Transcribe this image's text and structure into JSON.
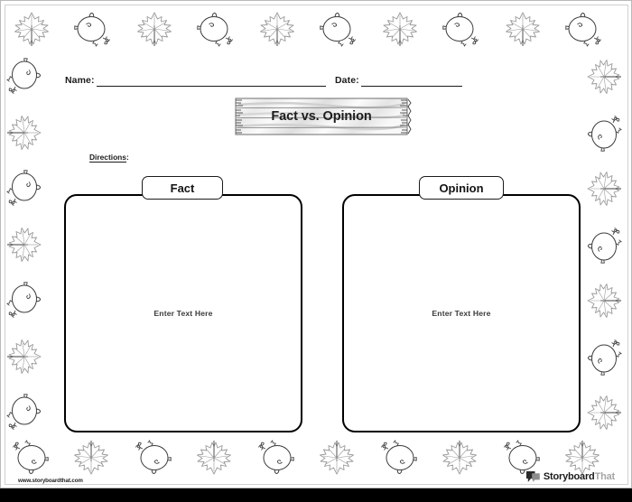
{
  "worksheet": {
    "title": "Fact vs. Opinion",
    "theme": "fall-pumpkins-and-leaves"
  },
  "header": {
    "name_label": "Name:",
    "name_value": "",
    "date_label": "Date:",
    "date_value": ""
  },
  "directions": {
    "word": "Directions",
    "colon": ":",
    "text": ""
  },
  "columns": [
    {
      "tab_label": "Fact",
      "placeholder": "Enter Text Here",
      "value": ""
    },
    {
      "tab_label": "Opinion",
      "placeholder": "Enter Text Here",
      "value": ""
    }
  ],
  "footer": {
    "url": "www.storyboardthat.com",
    "logo_primary": "Storyboard",
    "logo_secondary": "That",
    "logo_icon": "speech-bubble-icon"
  },
  "colors": {
    "ink": "#1b1b1b",
    "box_border": "#000000",
    "leaf_outline": "#9a9a9a",
    "pumpkin_outline": "#3c3c3c",
    "logo_gray": "#a6a6a6",
    "page_background": "#ffffff"
  },
  "border_decor": {
    "top": [
      "leaf",
      "pumpkin",
      "leaf",
      "pumpkin",
      "leaf",
      "pumpkin",
      "leaf",
      "pumpkin",
      "leaf",
      "pumpkin"
    ],
    "bottom": [
      "pumpkin",
      "leaf",
      "pumpkin",
      "leaf",
      "pumpkin",
      "leaf",
      "pumpkin",
      "leaf",
      "pumpkin",
      "leaf"
    ],
    "left": [
      "pumpkin",
      "leaf",
      "pumpkin",
      "leaf",
      "pumpkin",
      "leaf",
      "pumpkin"
    ],
    "right": [
      "leaf",
      "pumpkin",
      "leaf",
      "pumpkin",
      "leaf",
      "pumpkin",
      "leaf"
    ]
  }
}
